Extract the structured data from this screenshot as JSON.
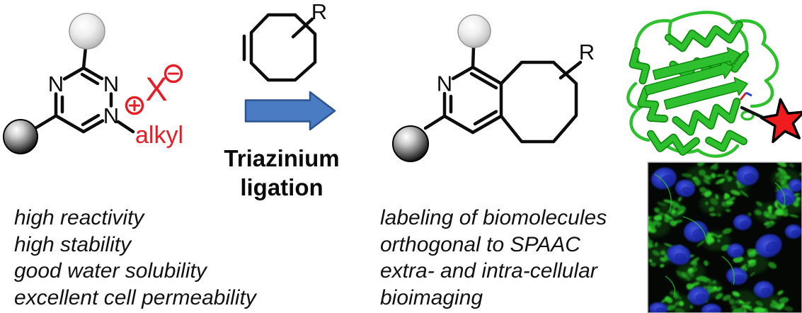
{
  "scheme": {
    "arrow_label": {
      "line1": "Triazinium",
      "line2": "ligation"
    },
    "triazinium_reactant": {
      "nitrogen_labels": [
        "N",
        "N",
        "N"
      ],
      "counterion_label": "X",
      "alkyl_label": "alkyl",
      "plus_charge": "+",
      "minus_charge": "−"
    },
    "cyclooctyne": {
      "substituent_label": "R"
    },
    "product": {
      "nitrogen_label": "N",
      "substituent_label": "R"
    }
  },
  "properties": [
    "high reactivity",
    "high stability",
    "good water solubility",
    "excellent cell permeability"
  ],
  "applications": [
    "labeling of biomolecules",
    "orthogonal to SPAAC",
    "extra- and intra-cellular",
    "bioimaging"
  ],
  "colors": {
    "bond_black": "#0d0d0d",
    "charge_red": "#e81c24",
    "arrow_fill": "#4a7cc4",
    "arrow_stroke": "#2e5391",
    "protein_green": "#2ec02e",
    "protein_green_dark": "#0f8a0f",
    "star_red": "#ee1c1c",
    "nucleus_blue": "#2433c8",
    "cell_green": "#35d930"
  }
}
